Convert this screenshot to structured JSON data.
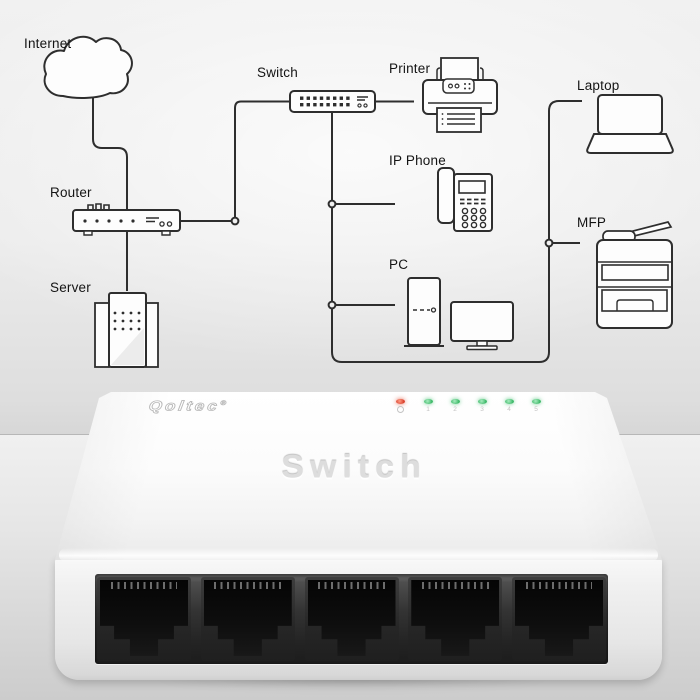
{
  "diagram": {
    "labels": {
      "internet": "Internet",
      "router": "Router",
      "server": "Server",
      "switch": "Switch",
      "printer": "Printer",
      "ip_phone": "IP Phone",
      "pc": "PC",
      "laptop": "Laptop",
      "mfp": "MFP"
    },
    "connections": [
      {
        "from": "Internet",
        "to": "Router"
      },
      {
        "from": "Router",
        "to": "Switch"
      },
      {
        "from": "Router",
        "to": "Server"
      },
      {
        "from": "Switch",
        "to": "Printer"
      },
      {
        "from": "Switch",
        "to": "IP Phone"
      },
      {
        "from": "Switch",
        "to": "PC"
      },
      {
        "from": "Switch",
        "to": "Laptop"
      },
      {
        "from": "Switch",
        "to": "MFP"
      }
    ],
    "line_color": "#2e2e2e"
  },
  "device": {
    "brand": "Qoltec",
    "registered_mark": "®",
    "label": "Switch",
    "leds": {
      "power_color": "#d9402c",
      "port_color": "#3db968",
      "power_icon": "power-symbol",
      "port_labels": [
        "1",
        "2",
        "3",
        "4",
        "5"
      ]
    },
    "ports_count": 5
  },
  "colors": {
    "wall": "#ececec",
    "floor": "#d8d8d8",
    "device_body": "#f5f5f5",
    "port_panel": "#242424",
    "diagram_line": "#2e2e2e"
  }
}
